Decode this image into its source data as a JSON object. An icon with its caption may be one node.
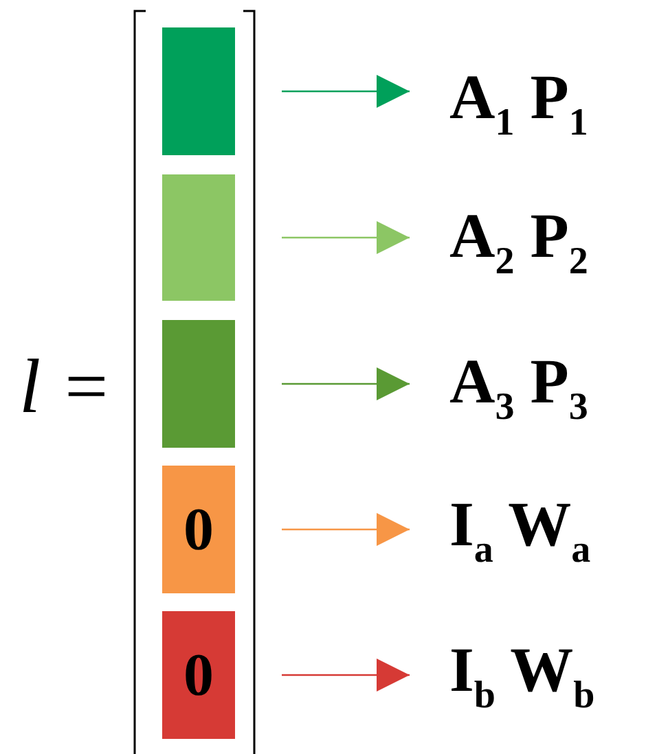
{
  "diagram": {
    "nodes": [
      {
        "text": [],
        "shape": "box"
      },
      {
        "text": [],
        "shape": "box"
      },
      {
        "text": [],
        "shape": "box"
      },
      {
        "text": [
          "0"
        ]
      },
      {
        "text": [
          "0"
        ]
      },
      {
        "text": [
          "A$_{1}$ P$_{1}$"
        ]
      },
      {
        "text": [
          "A$_{2}$ P$_{2}$"
        ]
      },
      {
        "text": [
          "A$_{3}$ P$_{3}$"
        ]
      },
      {
        "text": [
          "I$_{a}$ W$_{a}$"
        ]
      },
      {
        "text": [
          "I$_{b}$ W$_{b}$"
        ]
      }
    ],
    "edges": [
      {
        "from": 0,
        "to": 5,
        "arrow": "to",
        "color": "#00a05a"
      },
      {
        "from": 1,
        "to": 6,
        "arrow": "to",
        "color": "#8cc664"
      },
      {
        "from": 2,
        "to": 7,
        "arrow": "to",
        "color": "#5a9a34"
      },
      {
        "from": 3,
        "to": 8,
        "arrow": "to",
        "color": "#f79646"
      },
      {
        "from": 4,
        "to": 9,
        "arrow": "to",
        "color": "#d63a35"
      }
    ],
    "labels": [
      "l ="
    ]
  }
}
